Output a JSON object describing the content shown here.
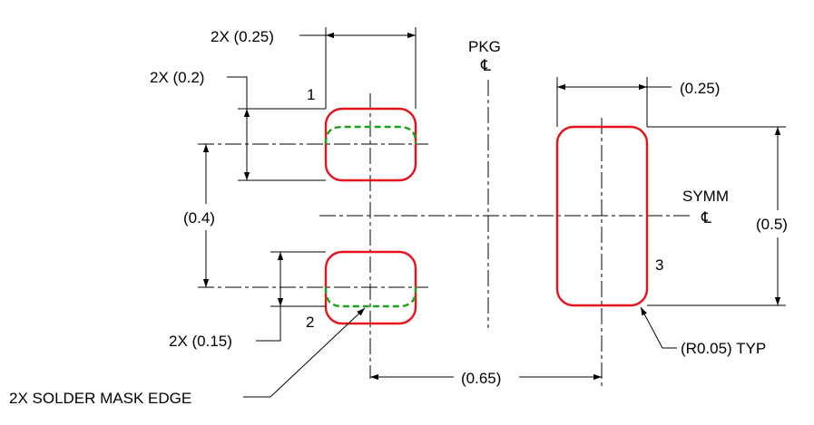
{
  "labels": {
    "w_small": "2X (0.25)",
    "h_small": "2X (0.2)",
    "pin1": "1",
    "pkg": "PKG",
    "pkg_cl": "℄",
    "w_large": "(0.25)",
    "symm": "SYMM",
    "symm_cl": "℄",
    "h_large": "(0.5)",
    "pitch": "(0.4)",
    "pin3": "3",
    "h_mask": "2X (0.15)",
    "pin2": "2",
    "radius": "(R0.05) TYP",
    "offset": "(0.65)",
    "mask_edge": "2X SOLDER MASK EDGE"
  },
  "colors": {
    "pad": "#e8131a",
    "mask": "#1aa31a",
    "line": "#000000"
  }
}
